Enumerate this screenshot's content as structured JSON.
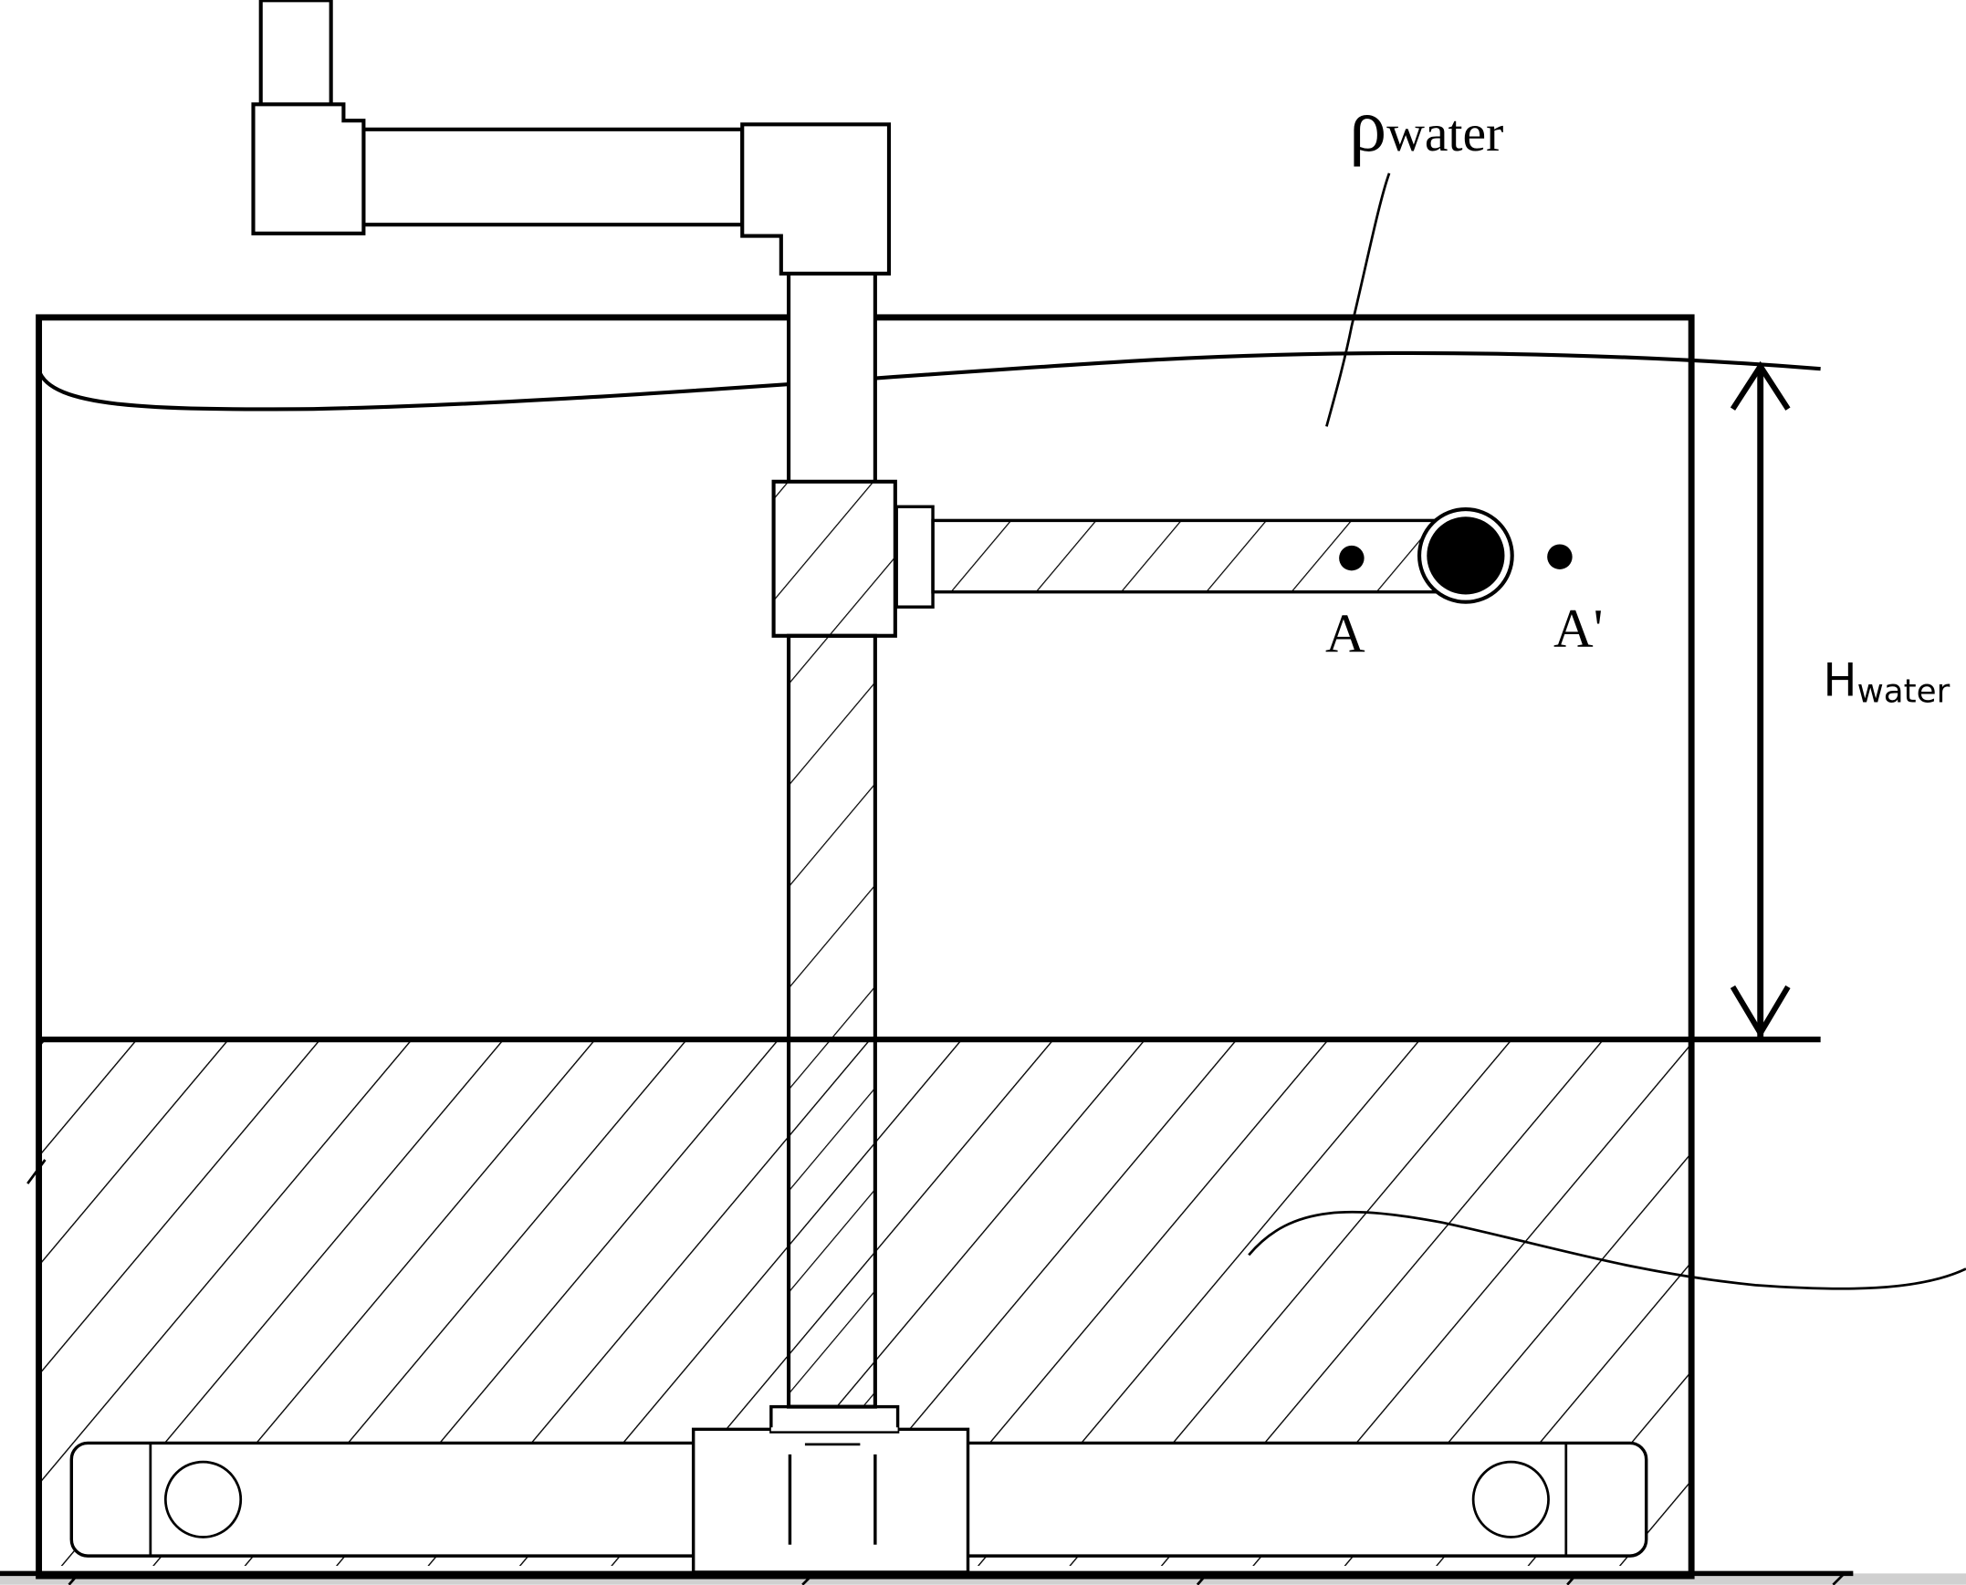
{
  "labels": {
    "density_symbol": "ρ",
    "density_subscript": "water",
    "point_a": "A",
    "point_a_prime": "A'",
    "height_symbol": "H",
    "height_subscript": "water"
  },
  "colors": {
    "line": "#000000",
    "background": "#ffffff",
    "ground": "#d0d0d0"
  }
}
